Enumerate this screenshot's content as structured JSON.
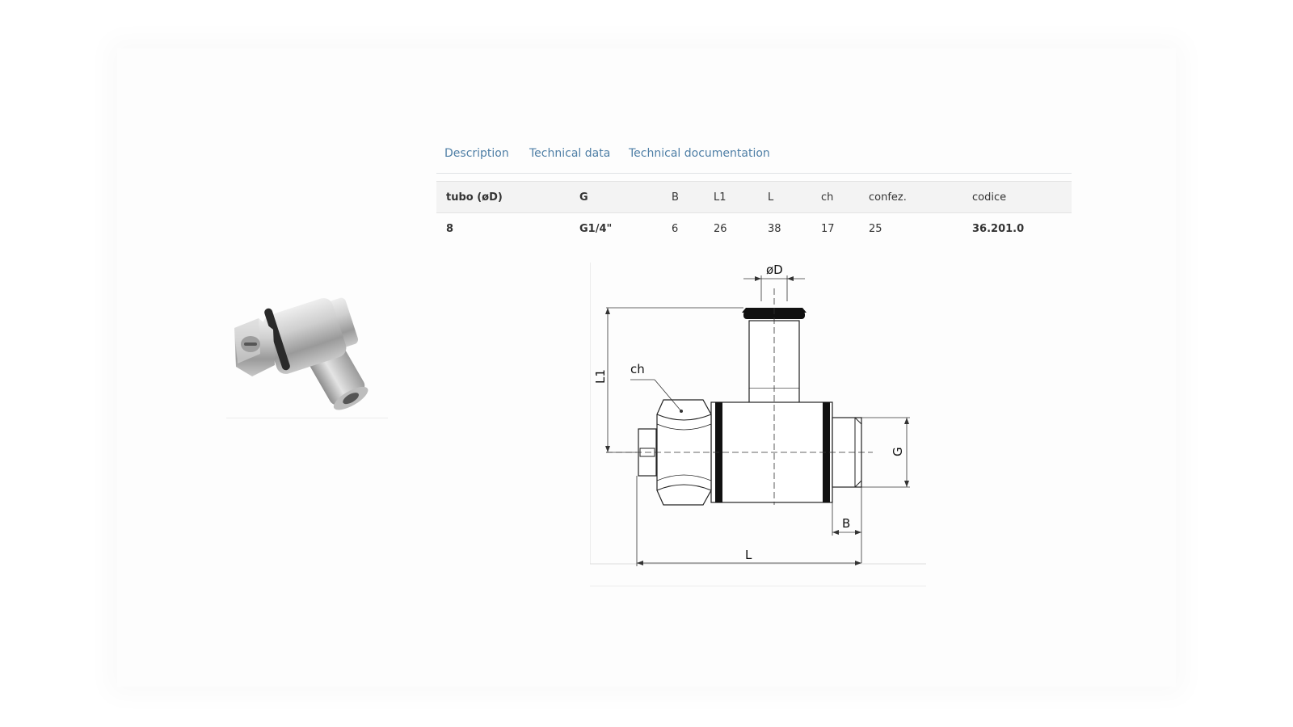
{
  "tabs": [
    {
      "label": "Description"
    },
    {
      "label": "Technical data"
    },
    {
      "label": "Technical documentation"
    }
  ],
  "table": {
    "headers": [
      "tubo (øD)",
      "G",
      "B",
      "L1",
      "L",
      "ch",
      "confez.",
      "codice"
    ],
    "rows": [
      [
        "8",
        "G1/4\"",
        "6",
        "26",
        "38",
        "17",
        "25",
        "36.201.0"
      ]
    ]
  },
  "drawing": {
    "labels": {
      "od": "øD",
      "l1": "L1",
      "ch": "ch",
      "g": "G",
      "b": "B",
      "l": "L"
    }
  },
  "colors": {
    "tab_link": "#4f7fa6",
    "header_bg": "#f3f3f3"
  }
}
